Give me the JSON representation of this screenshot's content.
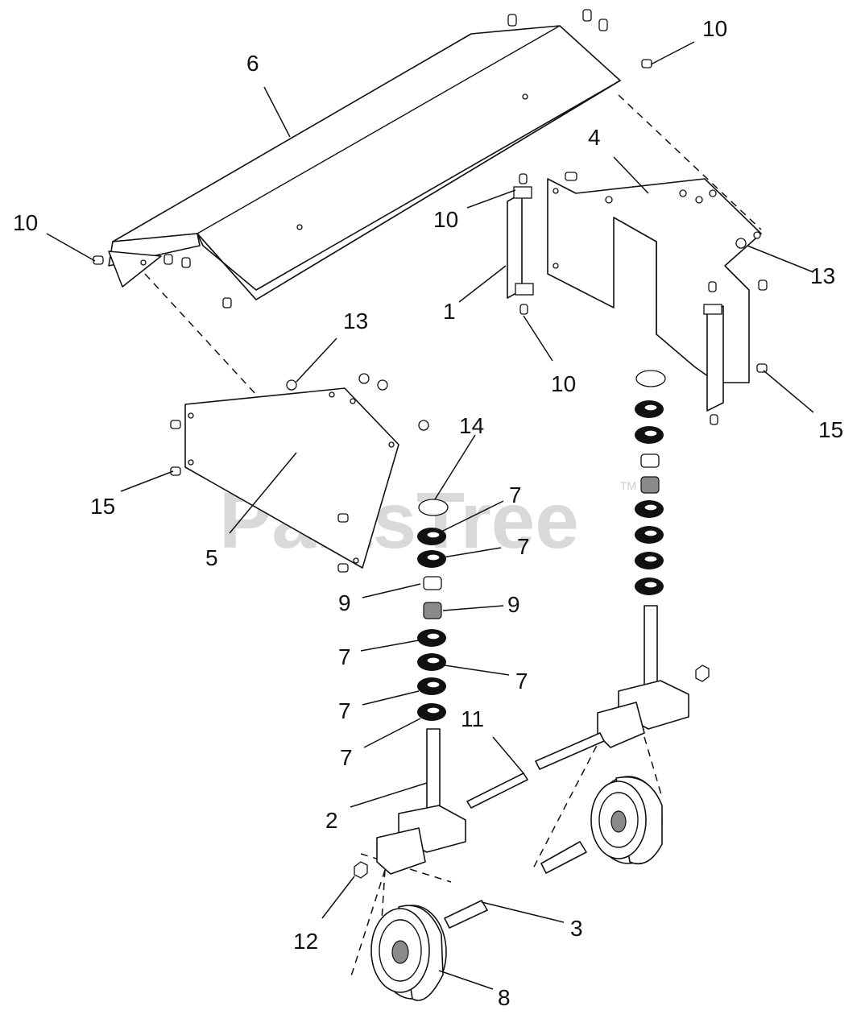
{
  "watermark": {
    "text": "PartsTree",
    "trademark": "TM"
  },
  "callouts": [
    {
      "id": "c-6",
      "text": "6"
    },
    {
      "id": "c-10a",
      "text": "10"
    },
    {
      "id": "c-10b",
      "text": "10"
    },
    {
      "id": "c-10c",
      "text": "10"
    },
    {
      "id": "c-10d",
      "text": "10"
    },
    {
      "id": "c-4",
      "text": "4"
    },
    {
      "id": "c-13a",
      "text": "13"
    },
    {
      "id": "c-1",
      "text": "1"
    },
    {
      "id": "c-13b",
      "text": "13"
    },
    {
      "id": "c-15a",
      "text": "15"
    },
    {
      "id": "c-14",
      "text": "14"
    },
    {
      "id": "c-15b",
      "text": "15"
    },
    {
      "id": "c-5",
      "text": "5"
    },
    {
      "id": "c-7a",
      "text": "7"
    },
    {
      "id": "c-7b",
      "text": "7"
    },
    {
      "id": "c-9a",
      "text": "9"
    },
    {
      "id": "c-9b",
      "text": "9"
    },
    {
      "id": "c-7c",
      "text": "7"
    },
    {
      "id": "c-7d",
      "text": "7"
    },
    {
      "id": "c-7e",
      "text": "7"
    },
    {
      "id": "c-7f",
      "text": "7"
    },
    {
      "id": "c-11",
      "text": "11"
    },
    {
      "id": "c-2",
      "text": "2"
    },
    {
      "id": "c-3",
      "text": "3"
    },
    {
      "id": "c-12",
      "text": "12"
    },
    {
      "id": "c-8",
      "text": "8"
    }
  ]
}
